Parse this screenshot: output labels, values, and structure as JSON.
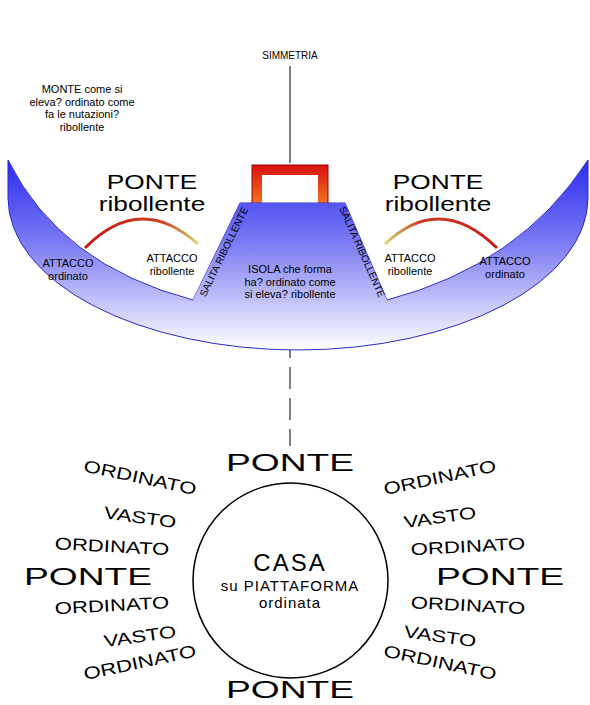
{
  "diagram": {
    "nodes": [
      {
        "text": [
          "ATTACCO ordinato",
          "ATTACCO ribollente",
          "ATTACCO ribollente",
          "ATTACCO ordinato"
        ]
      },
      {
        "text": [
          "ISOLA che forma ha? ordinato come si eleva? ribollente",
          "SALITA RIBOLLENTE",
          "SALITA RIBOLLENTE"
        ],
        "in": 0
      },
      {
        "text": [
          "CASA",
          "su PIATTAFORMA ordinata"
        ]
      }
    ],
    "labels": [
      "MONTE come si eleva? ordinato come fa le nutazioni? ribollente",
      "SIMMETRIA",
      "PONTE ribollente",
      "PONTE ribollente",
      "PONTE",
      "ORDINATO",
      "VASTO",
      "ORDINATO",
      "PONTE",
      "ORDINATO",
      "VASTO",
      "ORDINATO",
      "ORDINATO",
      "VASTO",
      "ORDINATO",
      "PONTE",
      "ORDINATO",
      "VASTO",
      "ORDINATO",
      "PONTE"
    ]
  }
}
